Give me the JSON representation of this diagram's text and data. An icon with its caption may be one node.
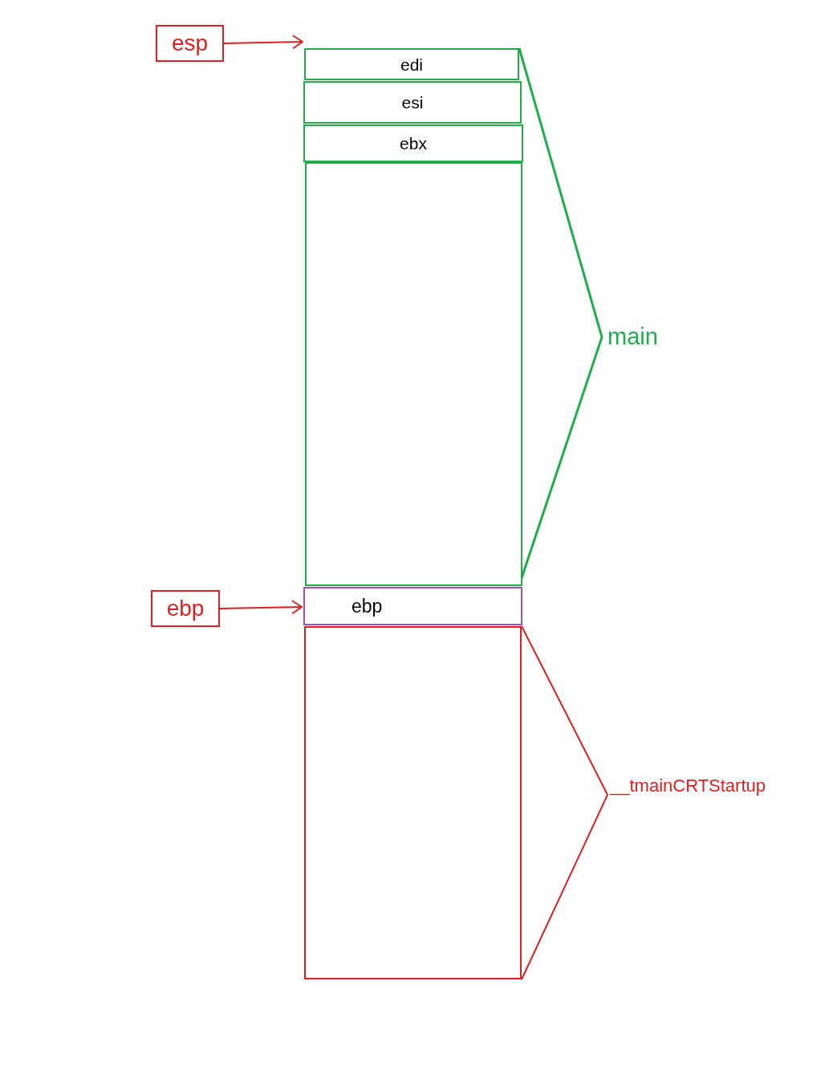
{
  "diagram": {
    "nodes": [
      {
        "text": [
          "esp"
        ]
      },
      {
        "text": [
          "edi"
        ]
      },
      {
        "text": [
          "esi"
        ]
      },
      {
        "text": [
          "ebx"
        ]
      },
      {
        "text": [],
        "shape": "box"
      },
      {
        "text": [
          "ebp"
        ]
      },
      {
        "text": [
          "ebp"
        ]
      },
      {
        "text": [],
        "shape": "box"
      }
    ],
    "edges": [
      {
        "from": 0,
        "to": 1,
        "arrow": "to"
      },
      {
        "from": 5,
        "to": 6,
        "arrow": "to"
      }
    ],
    "labels": [
      "main",
      "__tmainCRTStartup"
    ]
  }
}
